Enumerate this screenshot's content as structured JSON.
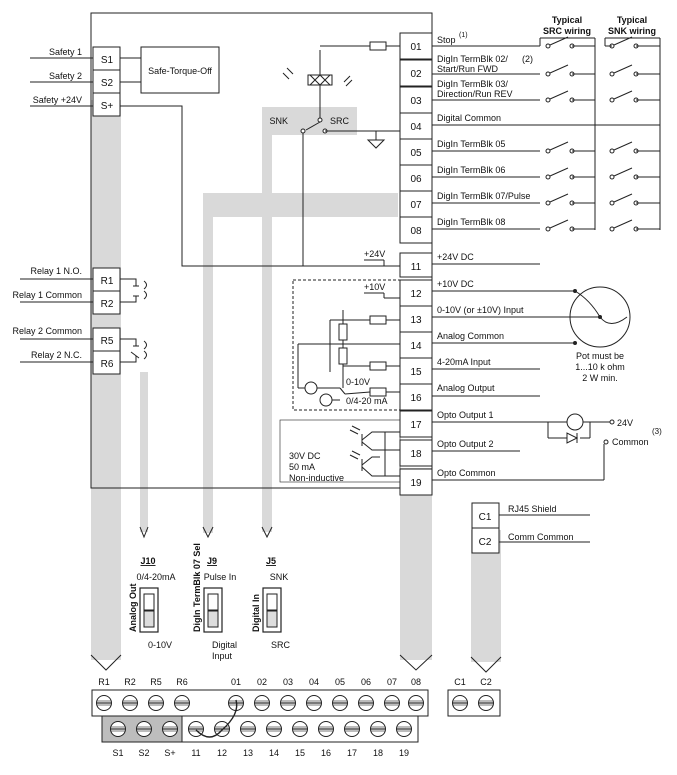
{
  "safety": {
    "labels": [
      "Safety 1",
      "Safety 2",
      "Safety +24V"
    ],
    "terms": [
      "S1",
      "S2",
      "S+"
    ],
    "sto": "Safe-Torque-Off"
  },
  "relays": {
    "labels": [
      "Relay 1 N.O.",
      "Relay 1 Common",
      "Relay 2 Common",
      "Relay 2 N.C."
    ],
    "terms": [
      "R1",
      "R2",
      "R5",
      "R6"
    ]
  },
  "sink_source": {
    "snk": "SNK",
    "src": "SRC"
  },
  "control_terms": [
    "01",
    "02",
    "03",
    "04",
    "05",
    "06",
    "07",
    "08",
    "11",
    "12",
    "13",
    "14",
    "15",
    "16",
    "17",
    "18",
    "19"
  ],
  "descriptions": [
    "Stop",
    "DigIn TermBlk 02/",
    "Start/Run FWD",
    "DigIn TermBlk 03/",
    "Direction/Run REV",
    "Digital Common",
    "DigIn TermBlk 05",
    "DigIn TermBlk 06",
    "DigIn TermBlk 07/Pulse",
    "DigIn TermBlk 08",
    "+24V DC",
    "+10V DC",
    "0-10V (or ±10V) Input",
    "Analog Common",
    "4-20mA Input",
    "Analog Output",
    "Opto Output 1",
    "Opto Output 2",
    "Opto Common"
  ],
  "footnotes": {
    "stop": "(1)",
    "start": "(2)",
    "common": "(3)"
  },
  "wiring_headers": {
    "src": [
      "Typical",
      "SRC wiring"
    ],
    "snk": [
      "Typical",
      "SNK wiring"
    ]
  },
  "supply": {
    "v24": "+24V",
    "v10": "+10V"
  },
  "analog_sel": {
    "v": "0-10V",
    "ma": "0/4-20 mA"
  },
  "pot_note": [
    "Pot must be",
    "1...10 k ohm",
    "2 W min."
  ],
  "opto_rating": [
    "30V DC",
    "50 mA",
    "Non-inductive"
  ],
  "opto_ext": {
    "v": "24V",
    "common": "Common"
  },
  "comm": {
    "terms": [
      "C1",
      "C2"
    ],
    "labels": [
      "RJ45 Shield",
      "Comm Common"
    ]
  },
  "jumpers": [
    {
      "id": "J10",
      "top": "0/4-20mA",
      "side": "Analog Out",
      "bottom": "0-10V"
    },
    {
      "id": "J9",
      "top": "Pulse In",
      "side": "DigIn TermBlk 07 Sel",
      "bottom": "Digital",
      "bottom2": "Input"
    },
    {
      "id": "J5",
      "top": "SNK",
      "side": "Digital In",
      "bottom": "SRC"
    }
  ],
  "strip_top": [
    "R1",
    "R2",
    "R5",
    "R6",
    "",
    "01",
    "02",
    "03",
    "04",
    "05",
    "06",
    "07",
    "08",
    "C1",
    "C2"
  ],
  "strip_bottom": [
    "S1",
    "S2",
    "S+",
    "11",
    "12",
    "13",
    "14",
    "15",
    "16",
    "17",
    "18",
    "19"
  ]
}
